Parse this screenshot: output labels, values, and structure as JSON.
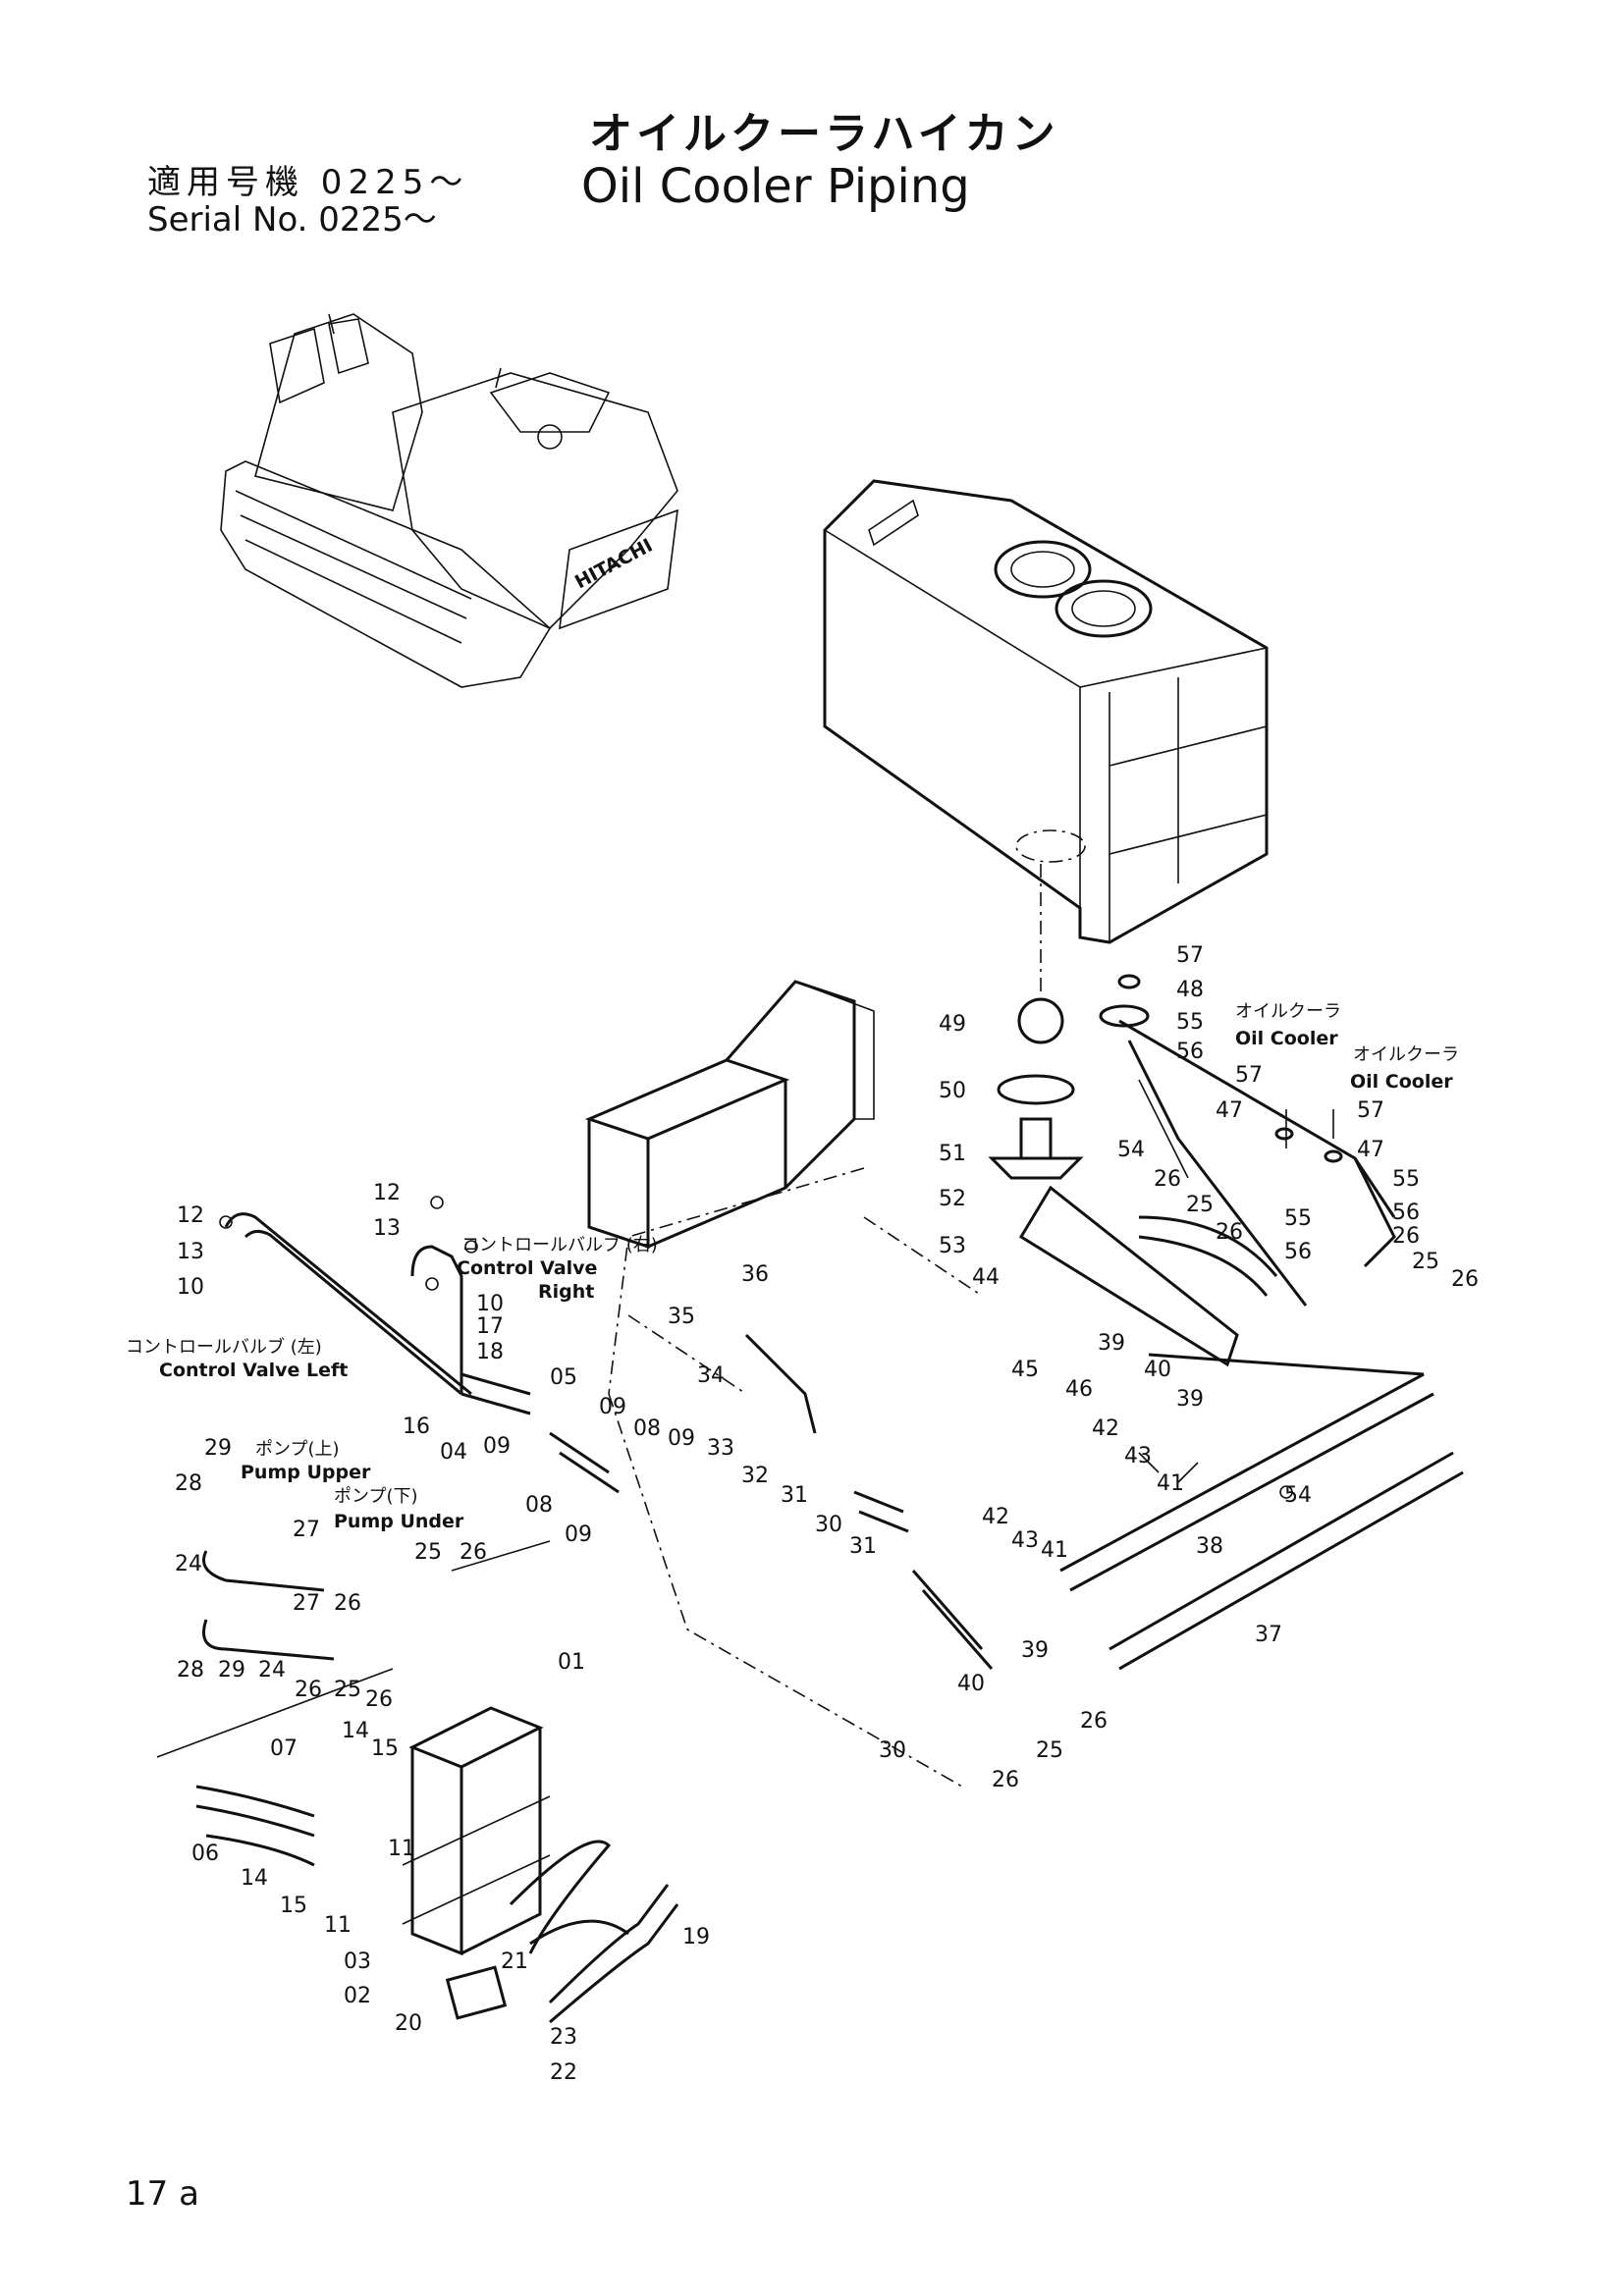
{
  "title": {
    "jp": "オイルクーラハイカン",
    "en": "Oil Cooler Piping"
  },
  "serial": {
    "jp": "適用号機  0225～",
    "en": "Serial  No.  0225～"
  },
  "page_number": "17 a",
  "machine_brand": "HITACHI",
  "notes": {
    "cv_right_jp": "コントロールバルブ (右)",
    "cv_right_en1": "Control Valve",
    "cv_right_en2": "Right",
    "cv_left_jp": "コントロールバルブ (左)",
    "cv_left_en": "Control Valve Left",
    "pump_upper_jp": "ポンプ(上)",
    "pump_upper_en": "Pump Upper",
    "pump_under_jp": "ポンプ(下)",
    "pump_under_en": "Pump Under",
    "oil_cooler1_jp": "オイルクーラ",
    "oil_cooler1_en": "Oil Cooler",
    "oil_cooler2_jp": "オイルクーラ",
    "oil_cooler2_en": "Oil Cooler"
  },
  "callouts": {
    "c57a": "57",
    "c48": "48",
    "c55a": "55",
    "c56a": "56",
    "c49": "49",
    "c57b": "57",
    "c57c": "57",
    "c47a": "47",
    "c47b": "47",
    "c50": "50",
    "c51": "51",
    "c54a": "54",
    "c26a": "26",
    "c25a": "25",
    "c55b": "55",
    "c26b": "26",
    "c56b": "56",
    "c55c": "55",
    "c56c": "56",
    "c52": "52",
    "c26c": "26",
    "c53": "53",
    "c25b": "25",
    "c26d": "26",
    "c44": "44",
    "c39a": "39",
    "c40a": "40",
    "c45": "45",
    "c46": "46",
    "c39b": "39",
    "c42a": "42",
    "c43a": "43",
    "c41a": "41",
    "c54b": "54",
    "c12a": "12",
    "c13a": "13",
    "c12b": "12",
    "c13b": "13",
    "c10a": "10",
    "c10b": "10",
    "c17": "17",
    "c18": "18",
    "c36": "36",
    "c35": "35",
    "c34": "34",
    "c05": "05",
    "c16": "16",
    "c04": "04",
    "c09a": "09",
    "c08a": "08",
    "c09b": "09",
    "c33": "33",
    "c32": "32",
    "c09c": "09",
    "c08b": "08",
    "c09d": "09",
    "c31a": "31",
    "c30a": "30",
    "c31b": "31",
    "c42b": "42",
    "c43b": "43",
    "c41b": "41",
    "c38": "38",
    "c37": "37",
    "c29a": "29",
    "c28a": "28",
    "c27a": "27",
    "c24a": "24",
    "c25c": "25",
    "c26e": "26",
    "c27b": "27",
    "c26f": "26",
    "c28b": "28",
    "c29b": "29",
    "c24b": "24",
    "c26g": "26",
    "c25d": "25",
    "c26h": "26",
    "c39c": "39",
    "c40b": "40",
    "c26i": "26",
    "c30b": "30",
    "c25e": "25",
    "c26j": "26",
    "c01": "01",
    "c14a": "14",
    "c07": "07",
    "c15a": "15",
    "c06": "06",
    "c14b": "14",
    "c15b": "15",
    "c11a": "11",
    "c11b": "11",
    "c19": "19",
    "c03": "03",
    "c21": "21",
    "c02": "02",
    "c20": "20",
    "c23": "23",
    "c22": "22"
  }
}
